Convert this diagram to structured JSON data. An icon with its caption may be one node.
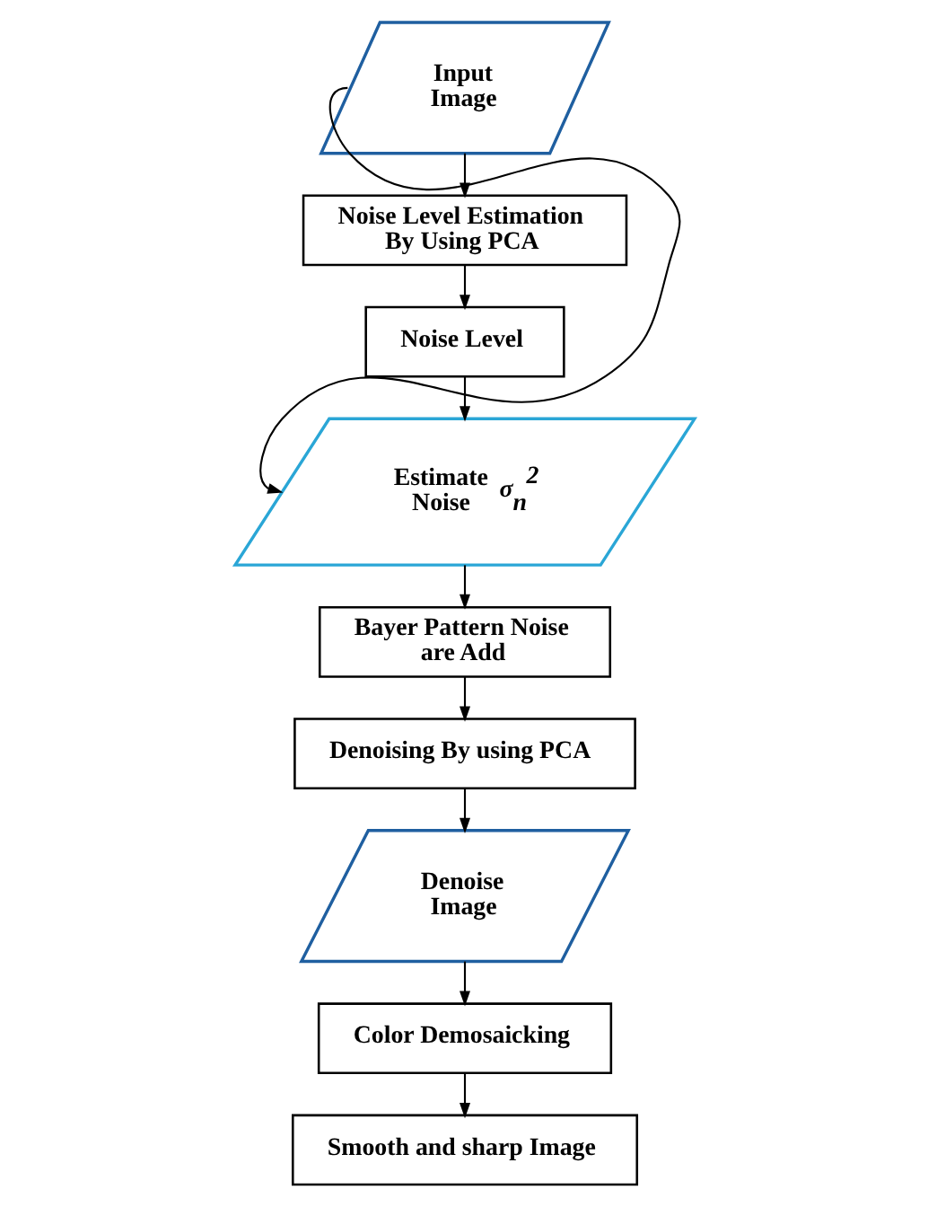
{
  "diagram": {
    "nodes": [
      {
        "text": [
          "Input Image"
        ]
      },
      {
        "text": [
          "Noise Level Estimation By Using PCA"
        ]
      },
      {
        "text": [
          "Noise Level"
        ]
      },
      {
        "text": [
          "Estimate Noise",
          "σ$_{n}$$^{2}$"
        ]
      },
      {
        "text": [
          "Bayer Pattern Noise are Add"
        ]
      },
      {
        "text": [
          "Denoising By using PCA"
        ]
      },
      {
        "text": [
          "Denoise Image"
        ]
      },
      {
        "text": [
          "Color Demosaicking"
        ]
      },
      {
        "text": [
          "Smooth and sharp Image"
        ]
      }
    ],
    "edges": [
      {
        "from": 0,
        "to": 1,
        "arrow": "to"
      },
      {
        "from": 1,
        "to": 2,
        "arrow": "to"
      },
      {
        "from": 2,
        "to": 3,
        "arrow": "to"
      },
      {
        "from": 3,
        "to": 4,
        "arrow": "to"
      },
      {
        "from": 4,
        "to": 5,
        "arrow": "to"
      },
      {
        "from": 5,
        "to": 6,
        "arrow": "to"
      },
      {
        "from": 6,
        "to": 7,
        "arrow": "to"
      },
      {
        "from": 7,
        "to": 8,
        "arrow": "to"
      },
      {
        "from": 0,
        "to": 3,
        "arrow": "to"
      }
    ]
  }
}
